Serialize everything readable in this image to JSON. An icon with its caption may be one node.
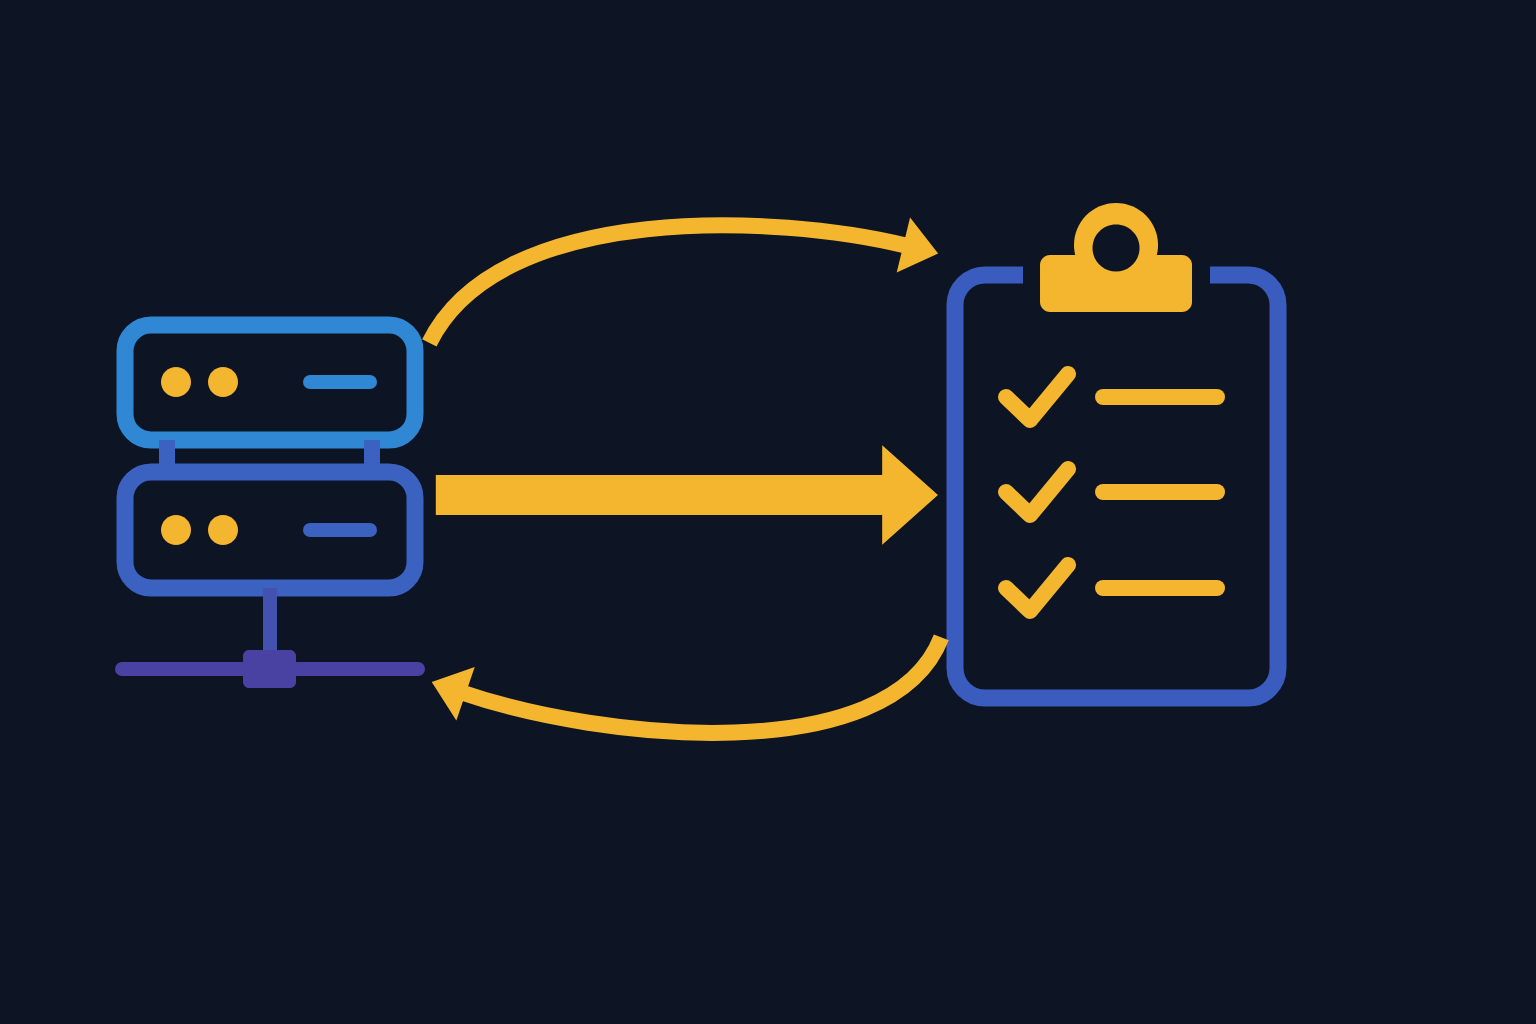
{
  "diagram": {
    "nodes": [
      {
        "text": [],
        "shape": "picture"
      },
      {
        "text": [],
        "shape": "picture"
      }
    ],
    "edges": [
      {
        "from": 0,
        "to": 1,
        "arrow": "to"
      },
      {
        "from": 0,
        "to": 1,
        "arrow": "to",
        "style": "thick"
      },
      {
        "from": 1,
        "to": 0,
        "arrow": "to"
      }
    ]
  }
}
